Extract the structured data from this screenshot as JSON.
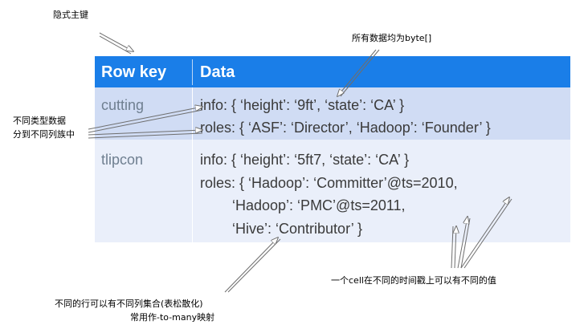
{
  "annotations": {
    "implicit_pk": "隐式主键",
    "all_bytes": "所有数据均为byte[]",
    "families_1": "不同类型数据",
    "families_2": "分到不同列族中",
    "timestamp_cell": "一个cell在不同的时间戳上可以有不同的值",
    "sparse_1": "不同的行可以有不同列集合(表松散化)",
    "sparse_2": "常用作-to-many映射"
  },
  "table": {
    "headers": {
      "rowkey": "Row key",
      "data": "Data"
    },
    "rows": [
      {
        "key": "cutting",
        "lines": [
          "info: { ‘height’: ‘9ft’, ‘state’: ‘CA’ }",
          "roles: { ‘ASF’: ‘Director’, ‘Hadoop’: ‘Founder’ }"
        ]
      },
      {
        "key": "tlipcon",
        "lines": [
          "info: { ‘height’: ‘5ft7, ‘state’: ‘CA’ }",
          "roles: { ‘Hadoop’: ‘Committer’@ts=2010,",
          "        ‘Hadoop’: ‘PMC’@ts=2011,",
          "        ‘Hive’: ‘Contributor’ }"
        ]
      }
    ]
  },
  "colors": {
    "header_bg": "#1a7ee8",
    "row1_bg": "#d0dcf4",
    "row2_bg": "#eaeffa",
    "rowkey_text": "#6f7f90",
    "data_text": "#3a3a3a"
  }
}
